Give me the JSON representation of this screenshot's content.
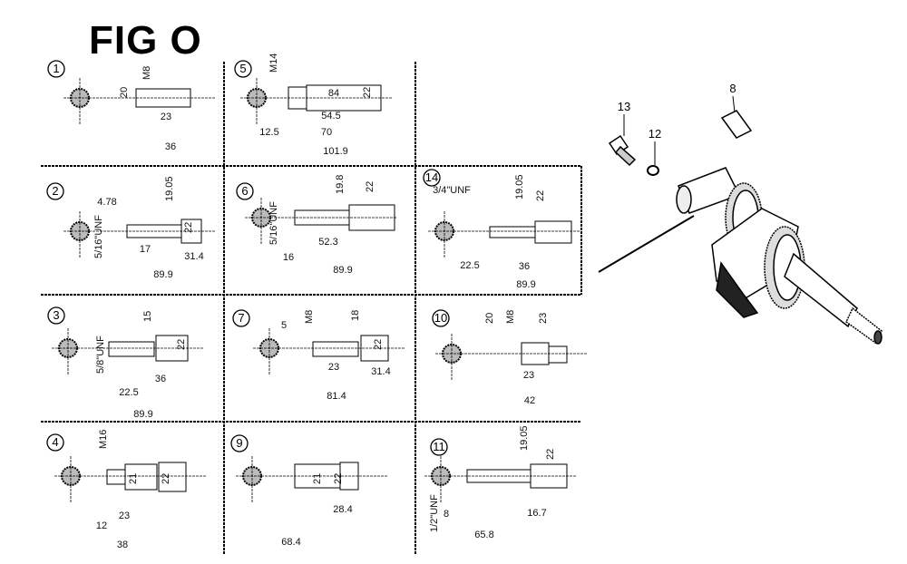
{
  "title": "FIG O",
  "cells": [
    {
      "number": "1",
      "dims": [
        "M8",
        "20",
        "23",
        "36"
      ]
    },
    {
      "number": "5",
      "dims": [
        "M14",
        "84",
        "22",
        "54.5",
        "12.5",
        "70",
        "101.9"
      ]
    },
    {
      "number": "2",
      "dims": [
        "4.78",
        "19.05",
        "22",
        "17",
        "31.4",
        "89.9",
        "5/16\"UNF"
      ]
    },
    {
      "number": "6",
      "dims": [
        "19.8",
        "22",
        "52.3",
        "5/16\"UNF",
        "16",
        "89.9"
      ]
    },
    {
      "number": "14",
      "dims": [
        "3/4\"UNF",
        "19.05",
        "22",
        "22.5",
        "36",
        "89.9"
      ]
    },
    {
      "number": "3",
      "dims": [
        "15",
        "22",
        "36",
        "22.5",
        "5/8\"UNF",
        "89.9"
      ]
    },
    {
      "number": "7",
      "dims": [
        "5",
        "M8",
        "18",
        "22",
        "23",
        "31.4",
        "81.4"
      ]
    },
    {
      "number": "10",
      "dims": [
        "20",
        "M8",
        "23",
        "23",
        "42"
      ]
    },
    {
      "number": "4",
      "dims": [
        "M16",
        "21",
        "22",
        "23",
        "12",
        "38"
      ]
    },
    {
      "number": "9",
      "dims": [
        "21",
        "22",
        "28.4",
        "68.4"
      ]
    },
    {
      "number": "11",
      "dims": [
        "19.05",
        "22",
        "8",
        "16.7",
        "65.8",
        "1/2\"UNF"
      ]
    }
  ],
  "parts": [
    {
      "label": "13",
      "name": "bolt"
    },
    {
      "label": "12",
      "name": "washer"
    },
    {
      "label": "8",
      "name": "key"
    }
  ],
  "colors": {
    "ink": "#000000",
    "background": "#ffffff"
  }
}
